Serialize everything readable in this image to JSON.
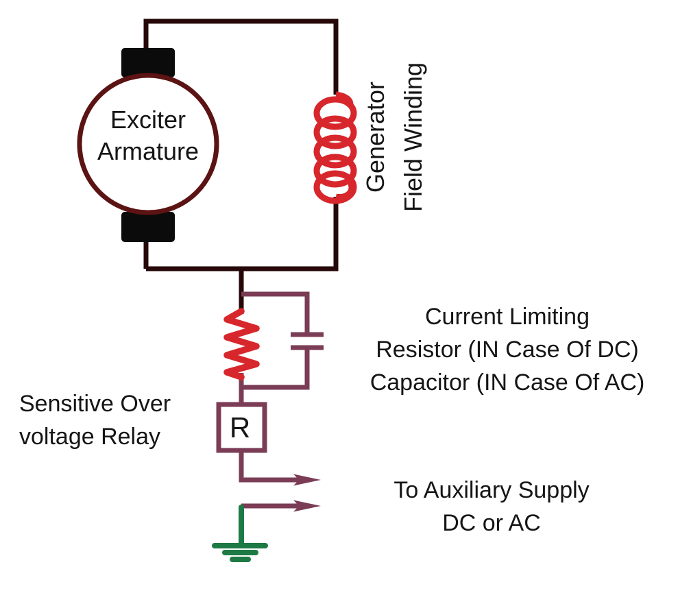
{
  "diagram": {
    "kind": "excitation-circuit-diagram",
    "components": [
      {
        "id": "exciter-armature",
        "symbol": "dc-machine-circle-with-brushes"
      },
      {
        "id": "generator-field-winding",
        "symbol": "inductor-coil"
      },
      {
        "id": "current-limiting-branch",
        "symbol": "resistor-parallel-capacitor"
      },
      {
        "id": "overvoltage-relay",
        "symbol": "box-R"
      },
      {
        "id": "auxiliary-supply-output",
        "symbol": "two-right-arrows"
      },
      {
        "id": "earth-ground",
        "symbol": "ground-bars"
      }
    ]
  },
  "labels": {
    "exciter_armature": {
      "line1": "Exciter",
      "line2": "Armature"
    },
    "generator_field_winding": {
      "line1": "Generator",
      "line2": "Field Winding"
    },
    "current_limiting": {
      "line1": "Current Limiting",
      "line2": "Resistor (IN Case Of DC)",
      "line3": "Capacitor (IN Case Of AC)"
    },
    "sensitive_relay": {
      "line1": "Sensitive Over",
      "line2": "voltage Relay"
    },
    "relay_symbol": "R",
    "aux_supply": {
      "line1": "To Auxiliary Supply",
      "line2": "DC or AC"
    }
  },
  "colors": {
    "background": "#ffffff",
    "wire_dark": "#260809",
    "armature_ring": "#5b1313",
    "brush_black": "#0b0b0b",
    "coil_red": "#d7272c",
    "branch_purple": "#7b3c55",
    "ground_green": "#1d7a44",
    "text_black": "#151515"
  }
}
